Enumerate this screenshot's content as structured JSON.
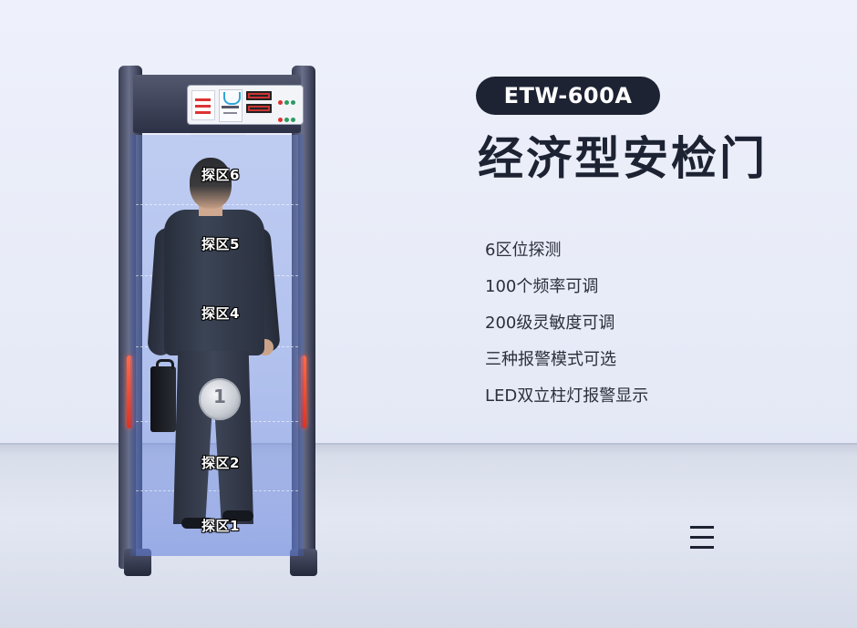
{
  "product": {
    "model": "ETW-600A",
    "title": "经济型安检门"
  },
  "features": [
    "6区位探测",
    "100个频率可调",
    "200级灵敏度可调",
    "三种报警模式可选",
    "LED双立柱灯报警显示"
  ],
  "zones": [
    {
      "label": "探区6"
    },
    {
      "label": "探区5"
    },
    {
      "label": "探区4"
    },
    {
      "label": "探区2"
    },
    {
      "label": "探区1"
    }
  ],
  "coin": {
    "glyph": "1"
  },
  "icons": {
    "menu": "hamburger-menu-icon",
    "logo": "brand-logo-icon"
  },
  "colors": {
    "dark_navy": "#1d2333",
    "led_red": "#e2321d",
    "field_blue": "#6e8ce1",
    "background": "#eef1fb"
  }
}
